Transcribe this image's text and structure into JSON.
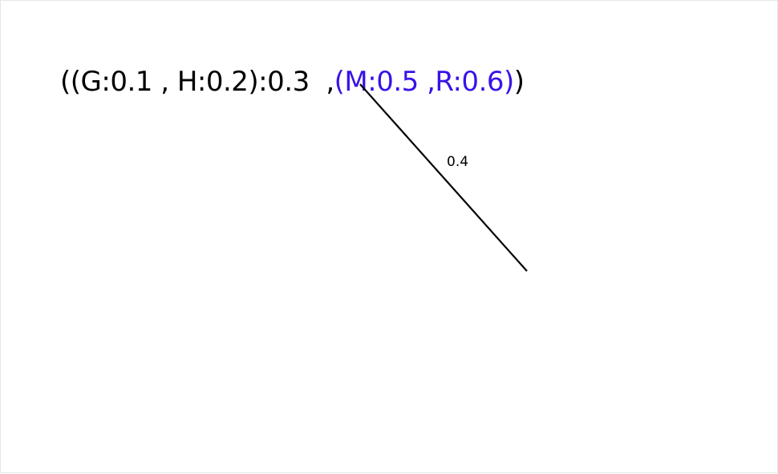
{
  "expression": {
    "part1": "((G:0.1 , H:0.2):0.3",
    "sep": "  ,",
    "highlight": "(M:0.5 ,R:0.6)",
    "close": ")"
  },
  "edge": {
    "label": "0.4"
  },
  "colors": {
    "text": "#000000",
    "highlight": "#3a12e8",
    "edge": "#000000"
  }
}
